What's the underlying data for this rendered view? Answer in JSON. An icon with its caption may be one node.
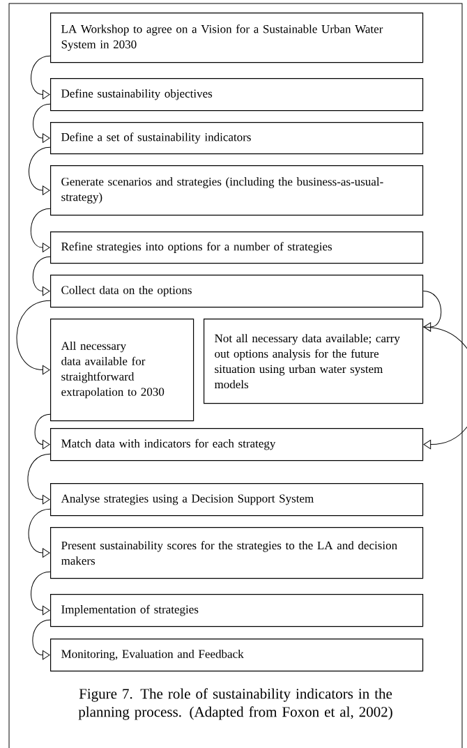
{
  "diagram": {
    "caption": "Figure 7. The role of sustainability indicators in the planning process. (Adapted from Foxon et al, 2002)",
    "nodes": [
      {
        "text": [
          "LA Workshop to agree on a Vision for a Sustainable Urban Water System in 2030"
        ]
      },
      {
        "text": [
          "Define sustainability objectives"
        ]
      },
      {
        "text": [
          "Define a set of sustainability indicators"
        ]
      },
      {
        "text": [
          "Generate scenarios and strategies (including the business-as-usual-strategy)"
        ]
      },
      {
        "text": [
          "Refine strategies into options for a number of strategies"
        ]
      },
      {
        "text": [
          "Collect data on the options"
        ]
      },
      {
        "text": [
          "All necessary data available for straightforward extrapolation to 2030"
        ]
      },
      {
        "text": [
          "Not all necessary data available; carry out options analysis for the future situation using urban water system models"
        ]
      },
      {
        "text": [
          "Match data with indicators for each strategy"
        ]
      },
      {
        "text": [
          "Analyse strategies using a Decision Support System"
        ]
      },
      {
        "text": [
          "Present sustainability scores for the strategies to the LA and decision makers"
        ]
      },
      {
        "text": [
          "Implementation of strategies"
        ]
      },
      {
        "text": [
          "Monitoring, Evaluation and Feedback"
        ]
      }
    ],
    "edges": [
      {
        "from": 0,
        "to": 1,
        "arrow": "to"
      },
      {
        "from": 1,
        "to": 2,
        "arrow": "to"
      },
      {
        "from": 2,
        "to": 3,
        "arrow": "to"
      },
      {
        "from": 3,
        "to": 4,
        "arrow": "to"
      },
      {
        "from": 4,
        "to": 5,
        "arrow": "to"
      },
      {
        "from": 5,
        "to": 6,
        "arrow": "to"
      },
      {
        "from": 5,
        "to": 7,
        "arrow": "to"
      },
      {
        "from": 6,
        "to": 8,
        "arrow": "to"
      },
      {
        "from": 7,
        "to": 8,
        "arrow": "to"
      },
      {
        "from": 8,
        "to": 9,
        "arrow": "to"
      },
      {
        "from": 9,
        "to": 10,
        "arrow": "to"
      },
      {
        "from": 10,
        "to": 11,
        "arrow": "to"
      },
      {
        "from": 11,
        "to": 12,
        "arrow": "to"
      }
    ]
  }
}
